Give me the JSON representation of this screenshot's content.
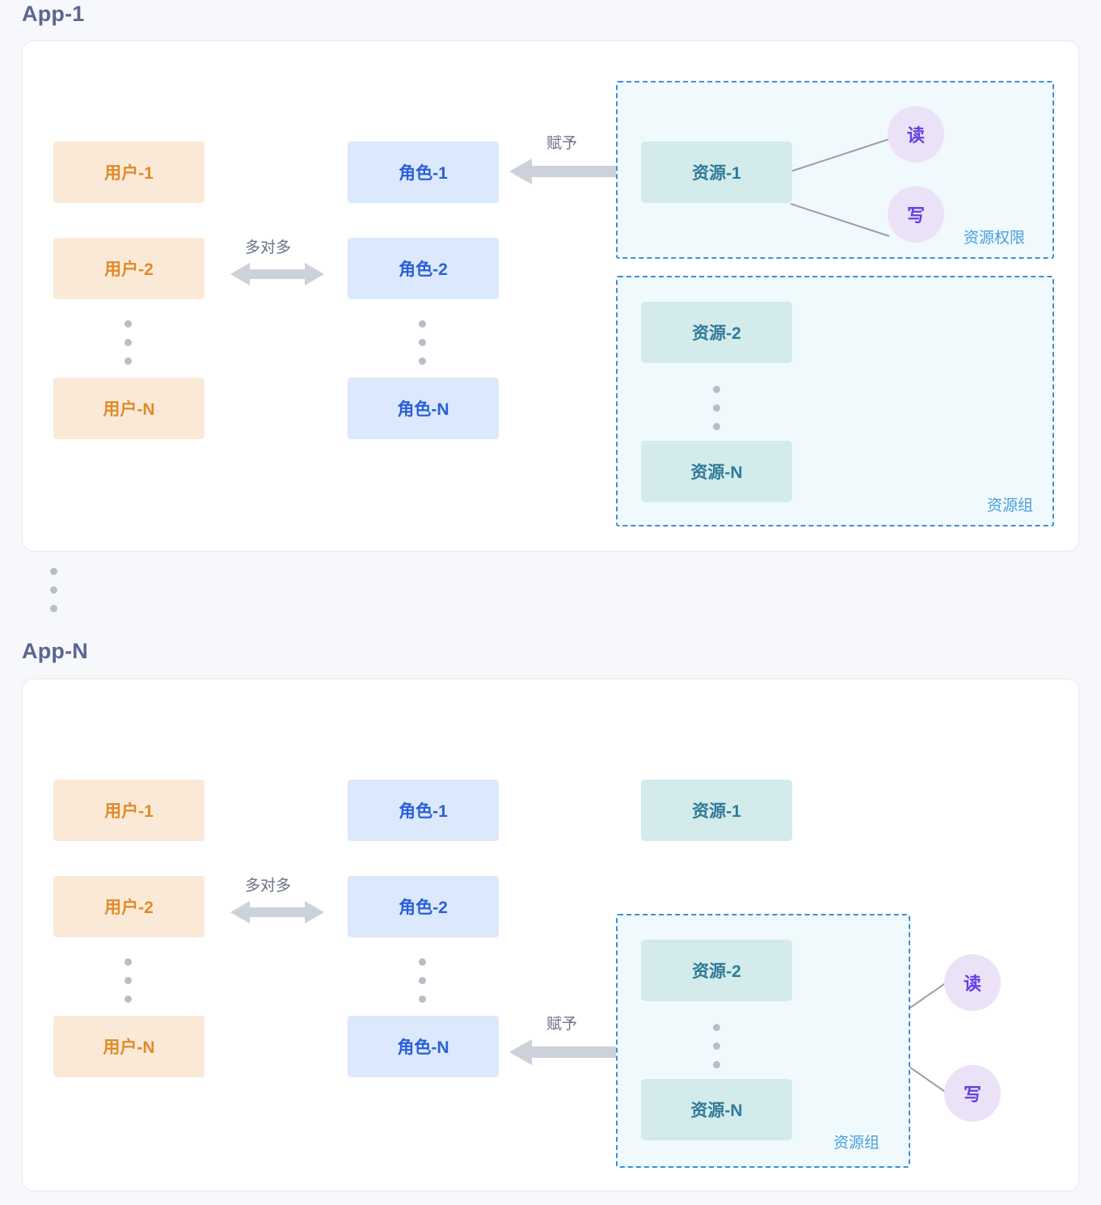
{
  "page": {
    "background": "#f7f8fb",
    "panel_bg": "#ffffff",
    "panel_border": "#e6e8ee"
  },
  "colors": {
    "title": "#5c6593",
    "user_bg": "#fbe9d8",
    "user_text": "#e08b28",
    "role_bg": "#dce8fb",
    "role_text": "#2b5fd9",
    "resource_bg": "#d3ebeb",
    "resource_text": "#317b98",
    "permission_bg": "#ece2f8",
    "permission_text": "#6341e0",
    "dashed_border": "#3d8fd6",
    "dashed_fill": "#f0fafd",
    "group_label": "#4a9fdc",
    "arrow": "#ccd1da",
    "edge_label": "#6b7287",
    "connector": "#9aa0a8",
    "dots": "#b9bdc9"
  },
  "apps": [
    {
      "title": "App-1",
      "users": [
        "用户-1",
        "用户-2",
        "用户-N"
      ],
      "roles": [
        "角色-1",
        "角色-2",
        "角色-N"
      ],
      "relation_label": "多对多",
      "grant_label": "赋予",
      "resource_permission_group": {
        "label": "资源权限",
        "resources": [
          "资源-1"
        ],
        "permissions": [
          "读",
          "写"
        ]
      },
      "resource_group": {
        "label": "资源组",
        "resources": [
          "资源-2",
          "资源-N"
        ]
      }
    },
    {
      "title": "App-N",
      "users": [
        "用户-1",
        "用户-2",
        "用户-N"
      ],
      "roles": [
        "角色-1",
        "角色-2",
        "角色-N"
      ],
      "relation_label": "多对多",
      "grant_label": "赋予",
      "standalone_resource": "资源-1",
      "resource_group": {
        "label": "资源组",
        "resources": [
          "资源-2",
          "资源-N"
        ],
        "permissions": [
          "读",
          "写"
        ]
      }
    }
  ],
  "app_separator": "vertical-ellipsis"
}
